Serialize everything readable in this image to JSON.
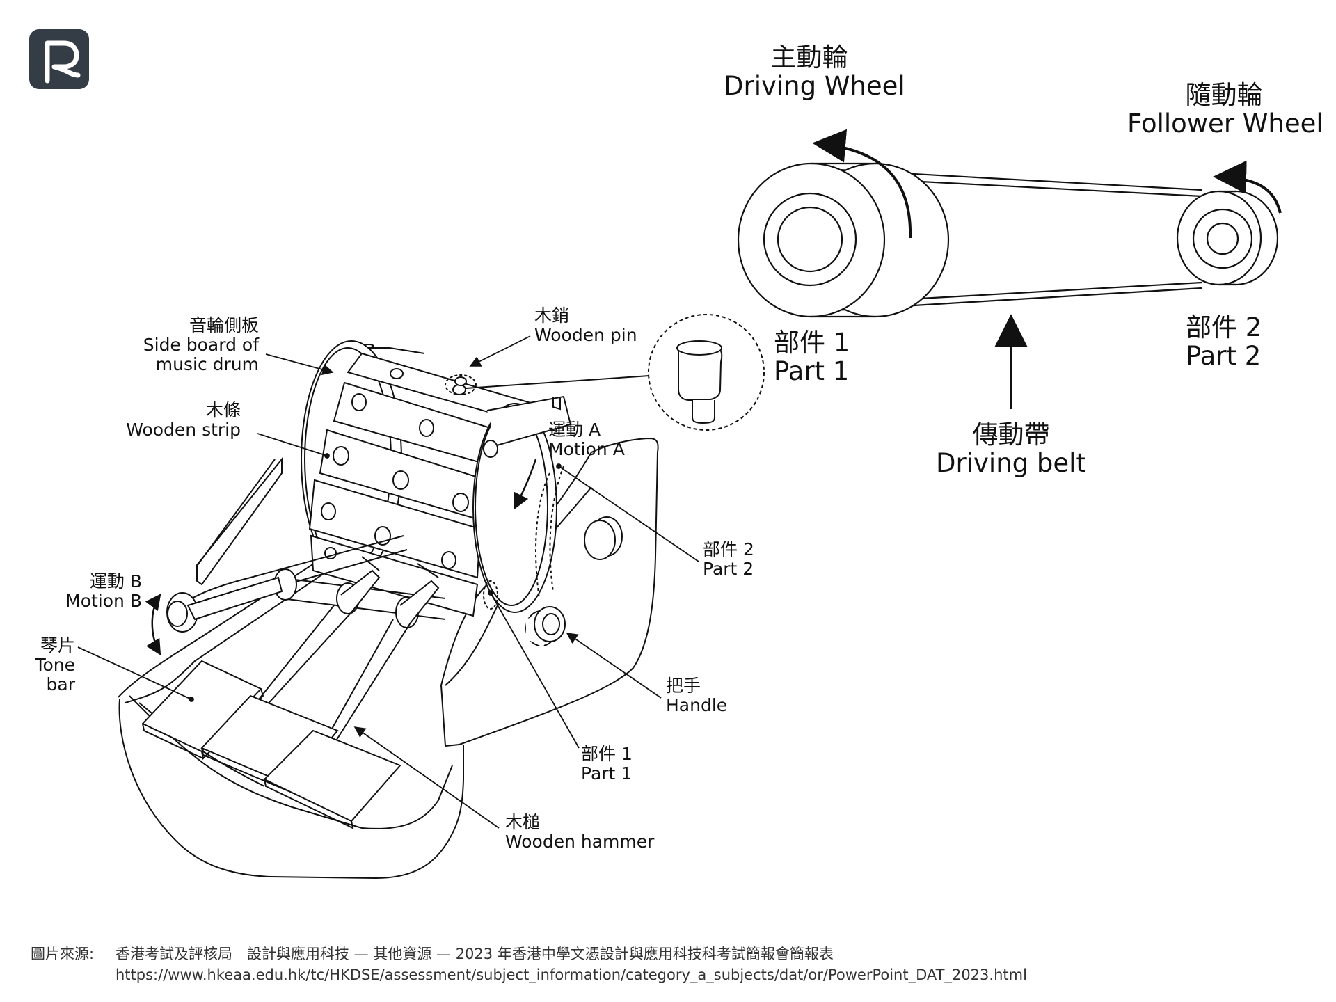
{
  "logo": {
    "name": "publisher-logo",
    "color": "#343c45"
  },
  "wheel_diagram": {
    "driving_wheel": {
      "zh": "主動輪",
      "en": "Driving Wheel"
    },
    "follower_wheel": {
      "zh": "隨動輪",
      "en": "Follower Wheel"
    },
    "part1": {
      "zh": "部件 1",
      "en": "Part 1"
    },
    "part2": {
      "zh": "部件 2",
      "en": "Part 2"
    },
    "driving_belt": {
      "zh": "傳動帶",
      "en": "Driving belt"
    }
  },
  "music_box": {
    "side_board": {
      "zh": "音輪側板",
      "en1": "Side board of",
      "en2": "music drum"
    },
    "wooden_pin": {
      "zh": "木銷",
      "en": "Wooden pin"
    },
    "wooden_strip": {
      "zh": "木條",
      "en": "Wooden strip"
    },
    "motion_a": {
      "zh": "運動 A",
      "en": "Motion A"
    },
    "part2": {
      "zh": "部件 2",
      "en": "Part 2"
    },
    "motion_b": {
      "zh": "運動 B",
      "en": "Motion B"
    },
    "tone_bar": {
      "zh": "琴片",
      "en1": "Tone",
      "en2": "bar"
    },
    "handle": {
      "zh": "把手",
      "en": "Handle"
    },
    "part1": {
      "zh": "部件 1",
      "en": "Part 1"
    },
    "wooden_hammer": {
      "zh": "木槌",
      "en": "Wooden hammer"
    }
  },
  "footer": {
    "source_label": "圖片來源:",
    "source_text": "香港考試及評核局　設計與應用科技 — 其他資源 — 2023 年香港中學文憑設計與應用科技科考試簡報會簡報表",
    "url": "https://www.hkeaa.edu.hk/tc/HKDSE/assessment/subject_information/category_a_subjects/dat/or/PowerPoint_DAT_2023.html"
  }
}
